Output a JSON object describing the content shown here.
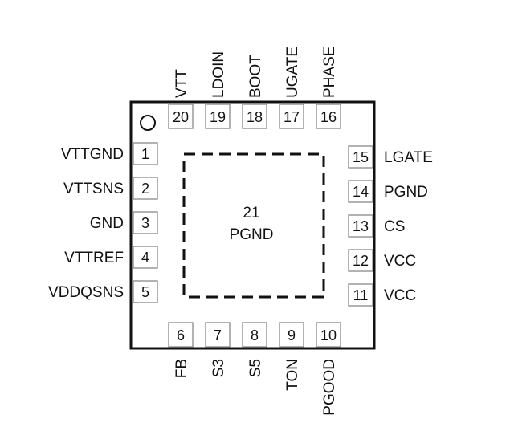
{
  "package": {
    "pin1_marker": "pin-1-dot",
    "colors": {
      "outline": "#111111",
      "pin_outline": "#888888",
      "text": "#111111",
      "background": "#ffffff"
    }
  },
  "center_pad": {
    "number": "21",
    "name": "PGND"
  },
  "pins": {
    "left": [
      {
        "num": "1",
        "name": "VTTGND"
      },
      {
        "num": "2",
        "name": "VTTSNS"
      },
      {
        "num": "3",
        "name": "GND"
      },
      {
        "num": "4",
        "name": "VTTREF"
      },
      {
        "num": "5",
        "name": "VDDQSNS"
      }
    ],
    "bottom": [
      {
        "num": "6",
        "name": "FB"
      },
      {
        "num": "7",
        "name": "S3"
      },
      {
        "num": "8",
        "name": "S5"
      },
      {
        "num": "9",
        "name": "TON"
      },
      {
        "num": "10",
        "name": "PGOOD"
      }
    ],
    "right": [
      {
        "num": "11",
        "name": "VCC"
      },
      {
        "num": "12",
        "name": "VCC"
      },
      {
        "num": "13",
        "name": "CS"
      },
      {
        "num": "14",
        "name": "PGND"
      },
      {
        "num": "15",
        "name": "LGATE"
      }
    ],
    "top": [
      {
        "num": "16",
        "name": "PHASE"
      },
      {
        "num": "17",
        "name": "UGATE"
      },
      {
        "num": "18",
        "name": "BOOT"
      },
      {
        "num": "19",
        "name": "LDOIN"
      },
      {
        "num": "20",
        "name": "VTT"
      }
    ]
  }
}
